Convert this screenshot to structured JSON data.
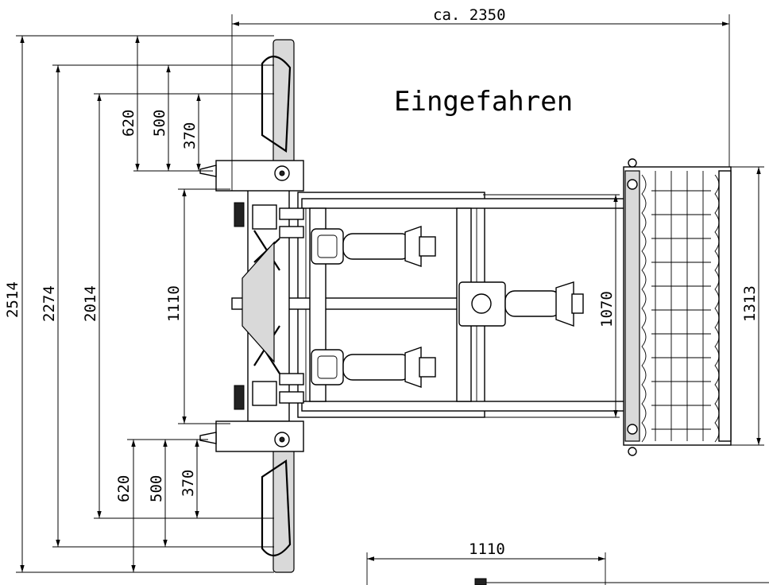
{
  "title": "Eingefahren",
  "dimensions": {
    "overall_width": "ca. 2350",
    "overall_length": "2514",
    "length_2274": "2274",
    "length_2014": "2014",
    "width_1110": "1110",
    "width_1070": "1070",
    "width_1313": "1313",
    "top_620": "620",
    "top_500": "500",
    "top_370": "370",
    "bottom_620": "620",
    "bottom_500": "500",
    "bottom_370": "370",
    "bottom_1110": "1110"
  }
}
